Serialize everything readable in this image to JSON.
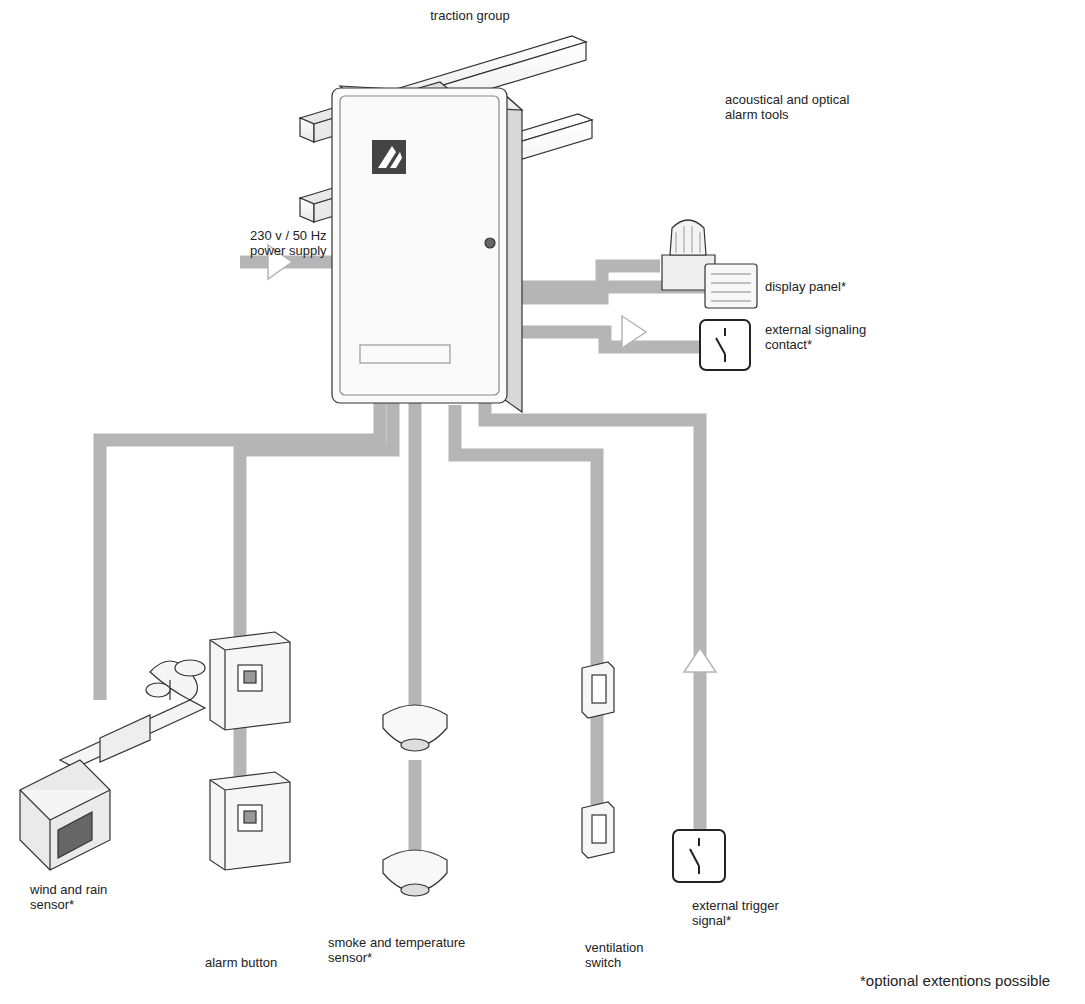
{
  "diagram": {
    "labels": [
      "traction group",
      "acoustical and optical alarm tools",
      "230 v / 50 Hz power supply",
      "display panel*",
      "external signaling contact*",
      "wind and rain sensor*",
      "alarm button",
      "smoke and temperature sensor*",
      "ventilation switch",
      "external trigger signal*",
      "*optional extentions possible"
    ]
  }
}
